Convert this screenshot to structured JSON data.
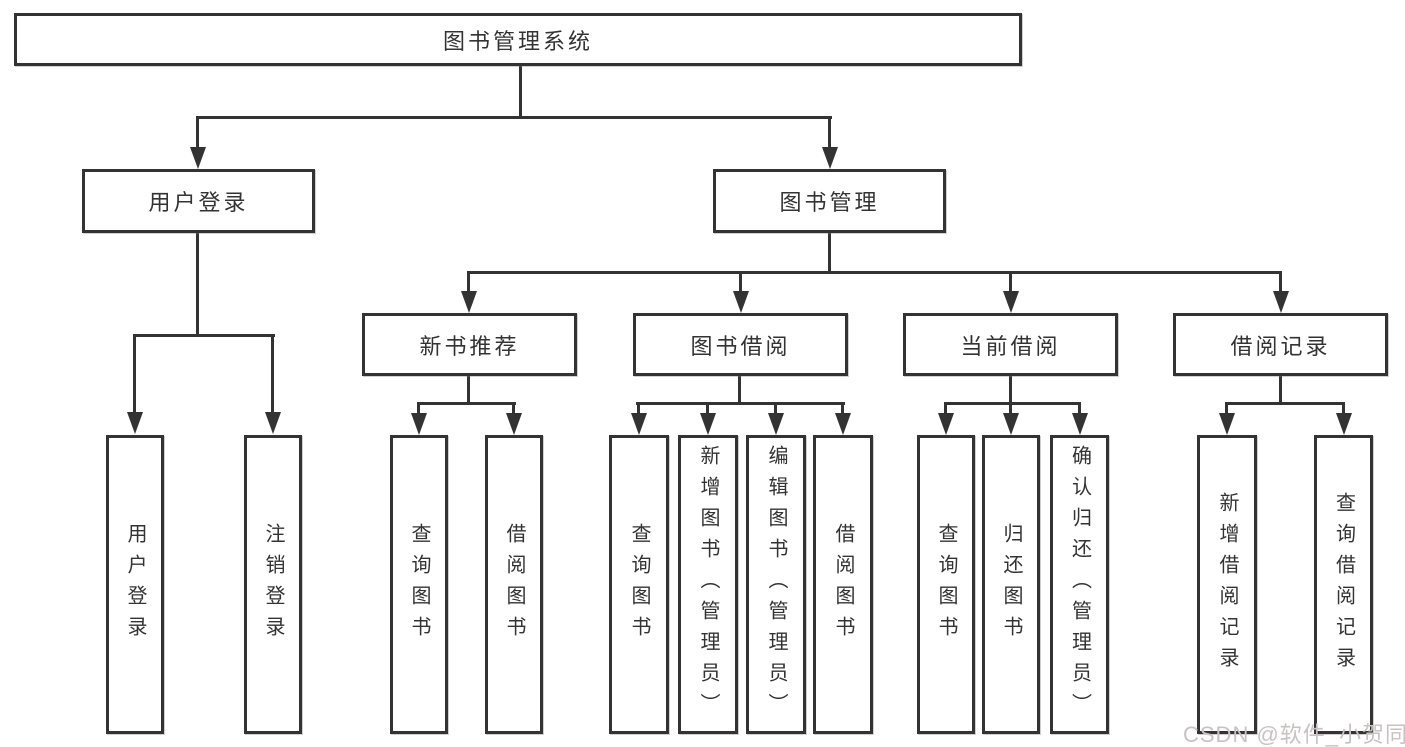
{
  "diagram": {
    "title": "图书管理系统",
    "level2": {
      "user_login": "用户登录",
      "book_mgmt": "图书管理"
    },
    "level3": {
      "new_books": "新书推荐",
      "book_borrow": "图书借阅",
      "current_borrow": "当前借阅",
      "borrow_records": "借阅记录"
    },
    "leaves": {
      "ul_login": "用户登录",
      "ul_logout": "注销登录",
      "nb_query": "查询图书",
      "nb_borrow": "借阅图书",
      "bb_query": "查询图书",
      "bb_add": "新增图书（管理员）",
      "bb_edit": "编辑图书（管理员）",
      "bb_borrow": "借阅图书",
      "cb_query": "查询图书",
      "cb_return": "归还图书",
      "cb_confirm": "确认归还（管理员）",
      "br_add": "新增借阅记录",
      "br_query": "查询借阅记录"
    },
    "watermark": "CSDN @软件_小贺同学",
    "colors": {
      "line": "#333333",
      "text": "#333333",
      "watermark": "#C9C2C2",
      "background": "#FFFFFF"
    }
  }
}
